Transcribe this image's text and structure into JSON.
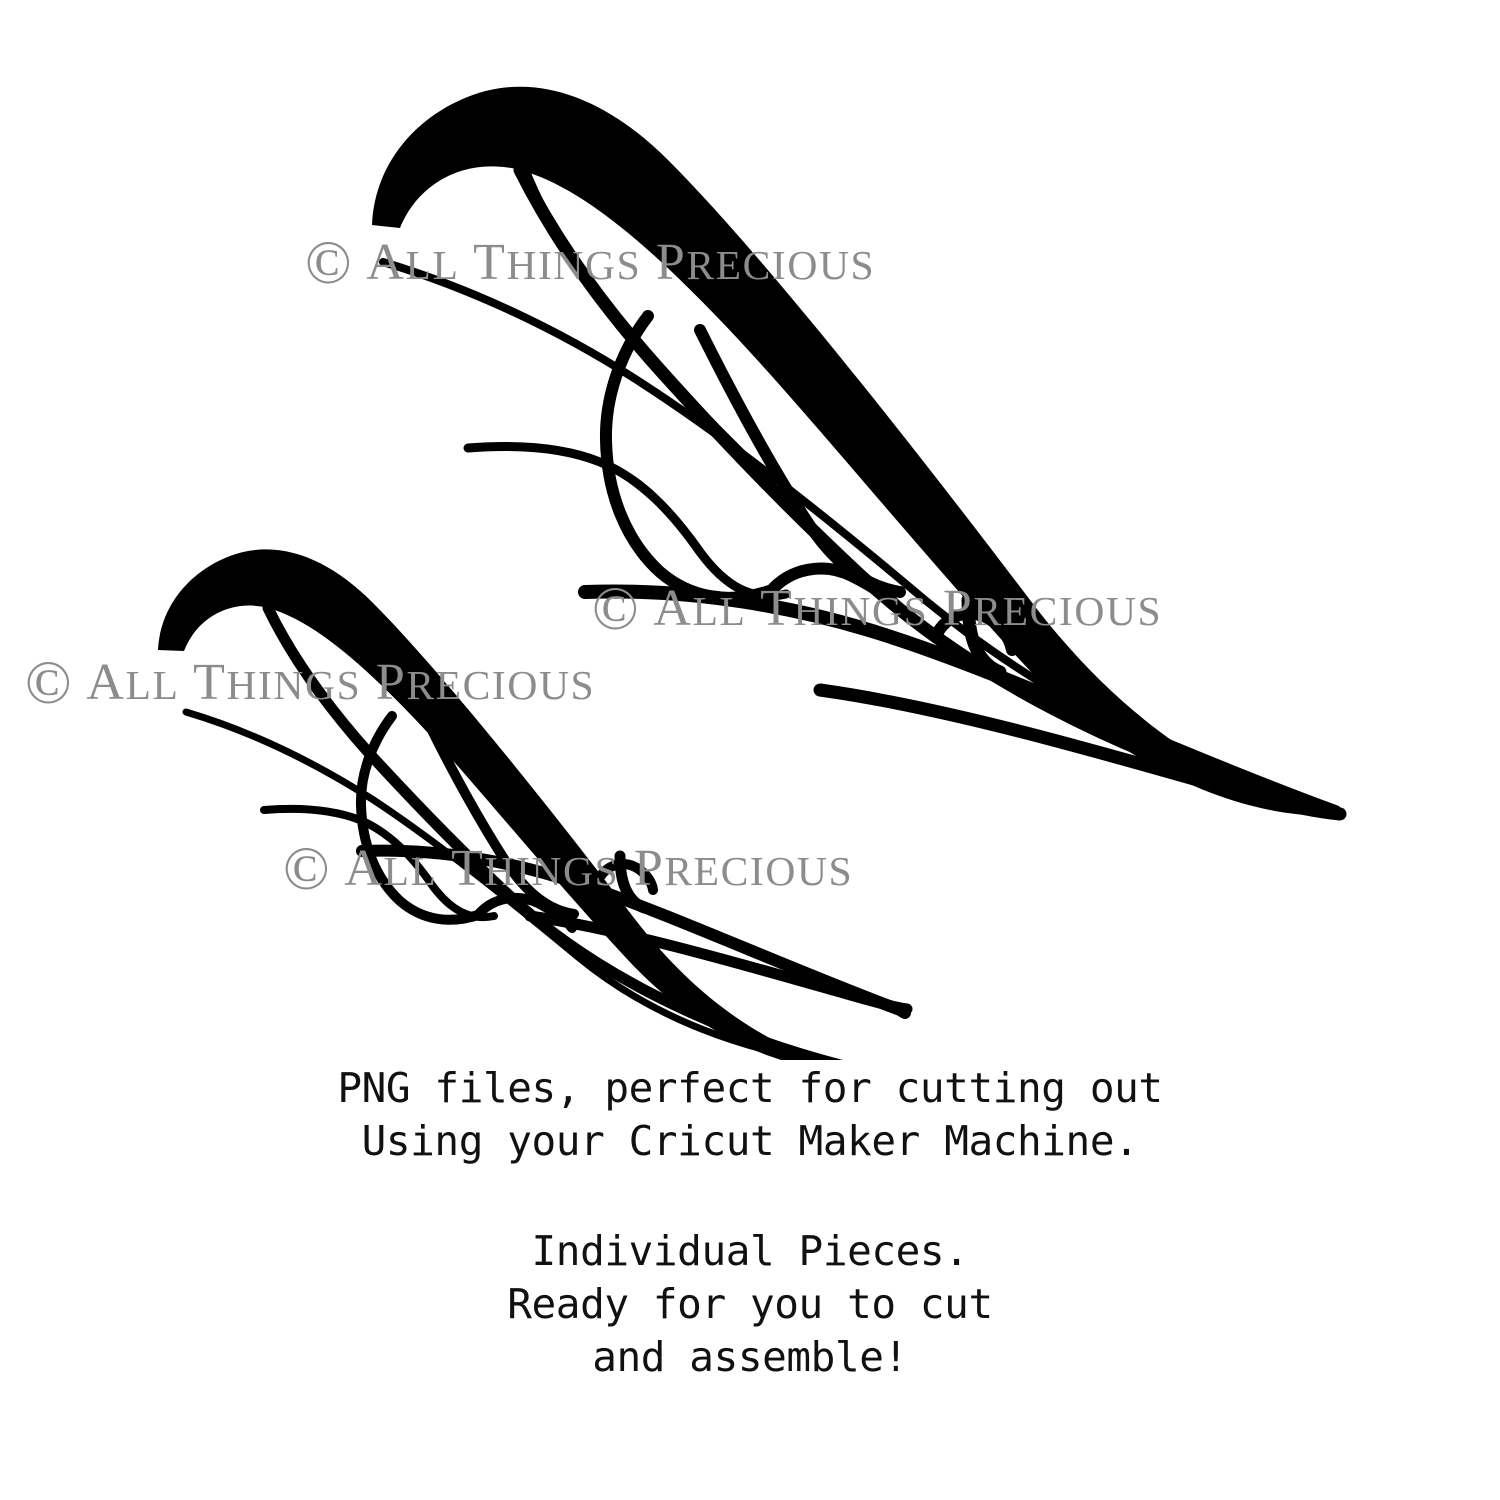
{
  "artwork": {
    "title": "Two line-art fairy wings",
    "description": "Pair of stylised insect/fairy wings drawn as black outlines with one solid black tapered leading edge, larger wing upper-right, smaller wing lower-left",
    "ink_color": "#000000",
    "background_color": "#ffffff",
    "pieces": [
      {
        "name": "large-wing",
        "label": "Large fairy wing"
      },
      {
        "name": "small-wing",
        "label": "Small fairy wing"
      }
    ]
  },
  "watermarks": {
    "copyright_symbol": "©",
    "word_all": "All",
    "word_things": "Things",
    "word_precious": "Precious",
    "color": "#8c8c8c",
    "instances": [
      {
        "id": "watermark-top"
      },
      {
        "id": "watermark-middle-right"
      },
      {
        "id": "watermark-middle-left"
      },
      {
        "id": "watermark-bottom"
      }
    ]
  },
  "caption": {
    "line1": "PNG files, perfect for cutting out",
    "line2": "Using your Cricut Maker Machine.",
    "line3": "Individual Pieces.",
    "line4": "Ready for you to cut",
    "line5": "and assemble!",
    "color": "#111111"
  }
}
